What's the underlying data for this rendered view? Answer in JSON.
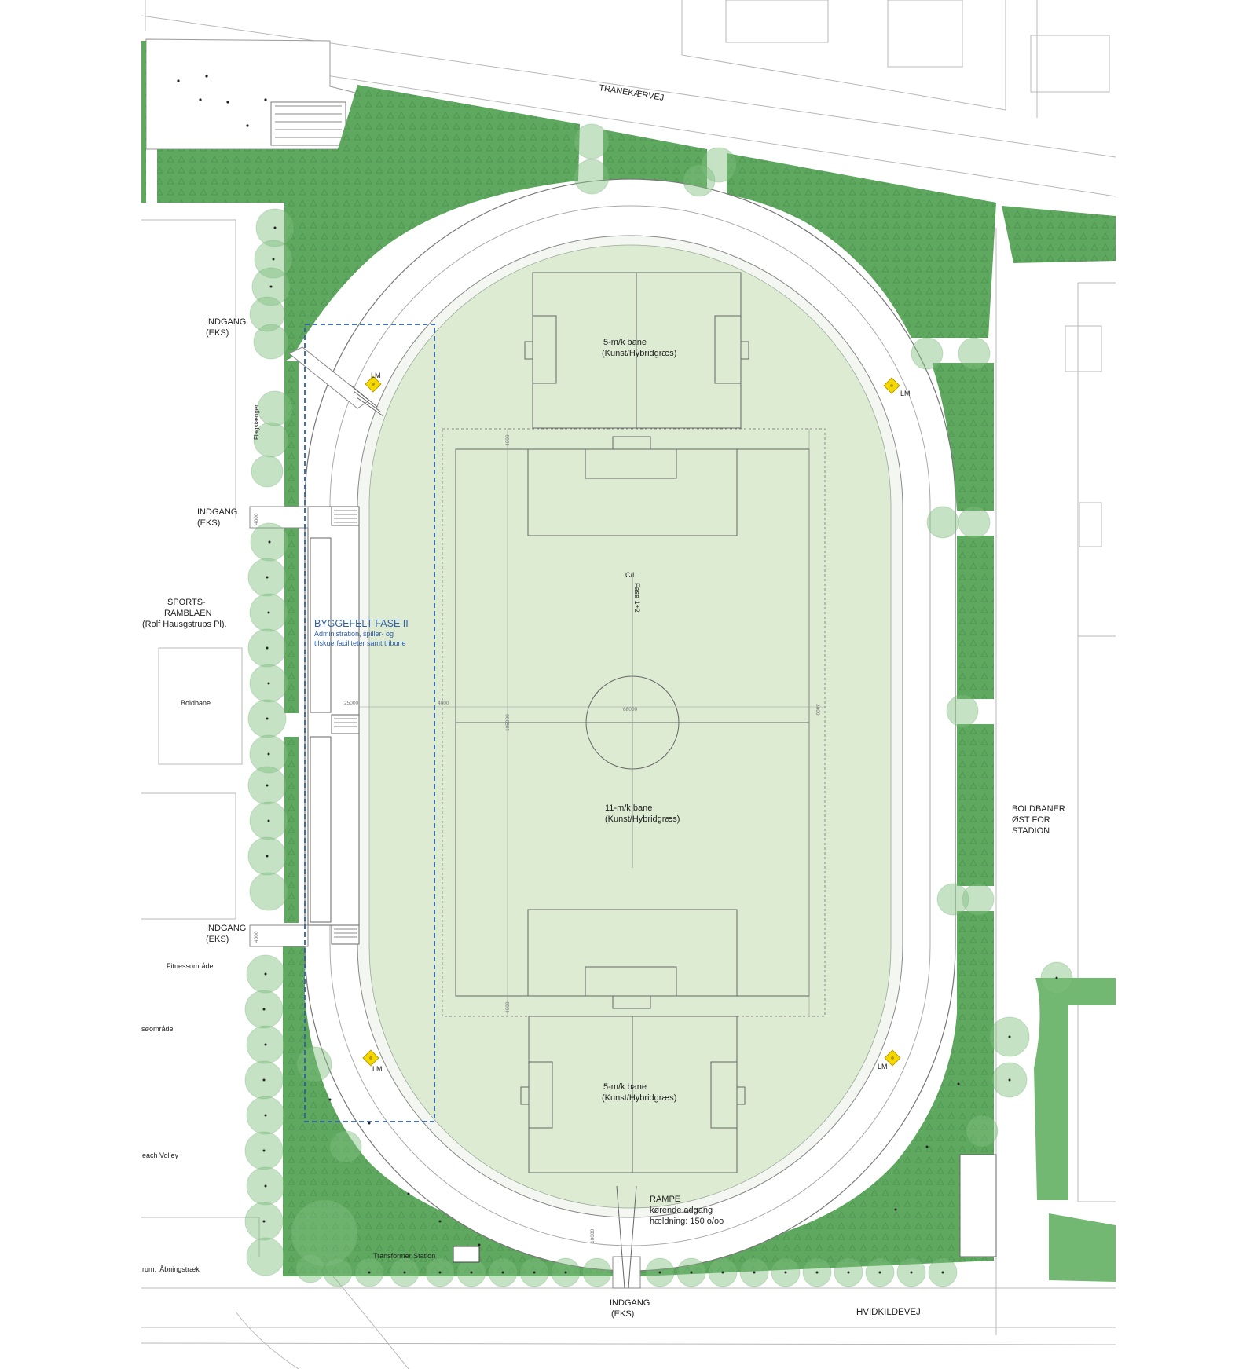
{
  "streets": {
    "north": "TRANEKÆRVEJ",
    "south": "HVIDKILDEVEJ"
  },
  "entrances": {
    "nw_top": [
      "INDGANG",
      "(EKS)"
    ],
    "w_mid": [
      "INDGANG",
      "(EKS)"
    ],
    "w_low": [
      "INDGANG",
      "(EKS)"
    ],
    "south": [
      "INDGANG",
      "(EKS)"
    ]
  },
  "west": {
    "sports_ramblaen": [
      "SPORTS-",
      "RAMBLAEN",
      "(Rolf Hausgstrups Pl)."
    ],
    "boldbane": "Boldbane",
    "fitness": "Fitnessområde",
    "omraade": "søområde",
    "beach": "each Volley",
    "rum": "rum: 'Åbningstræk'",
    "flag": "Flagstænger"
  },
  "east": {
    "boldbaner": [
      "BOLDBANER",
      "ØST FOR",
      "STADION"
    ]
  },
  "pitches": {
    "north": [
      "5-m/k bane",
      "(Kunst/Hybridgræs)"
    ],
    "main": [
      "11-m/k bane",
      "(Kunst/Hybridgræs)"
    ],
    "south": [
      "5-m/k bane",
      "(Kunst/Hybridgræs)"
    ]
  },
  "centerline": {
    "cl": "C/L",
    "fase": "Fase 1+2"
  },
  "byggefelt": {
    "title": "BYGGEFELT FASE II",
    "line1": "Administration, spiller- og",
    "line2": "tilskuerfaciliteter samt tribune"
  },
  "rampe": [
    "RAMPE",
    "kørende adgang",
    "hældning: 150 o/oo"
  ],
  "transformer": "Transformer Station",
  "lm": "LM",
  "dims": {
    "w1": "25000",
    "w2": "4000",
    "w3": "68000",
    "w4": "3000",
    "v1": "4000",
    "v2": "105000",
    "v3": "4000",
    "e1": "4000",
    "e2": "4000",
    "s1": "10000"
  },
  "colors": {
    "grass_dark": "#5aa55b",
    "pitch": "#dcebd2",
    "track": "#ffffff",
    "blue_dash": "#2f5fa8"
  }
}
